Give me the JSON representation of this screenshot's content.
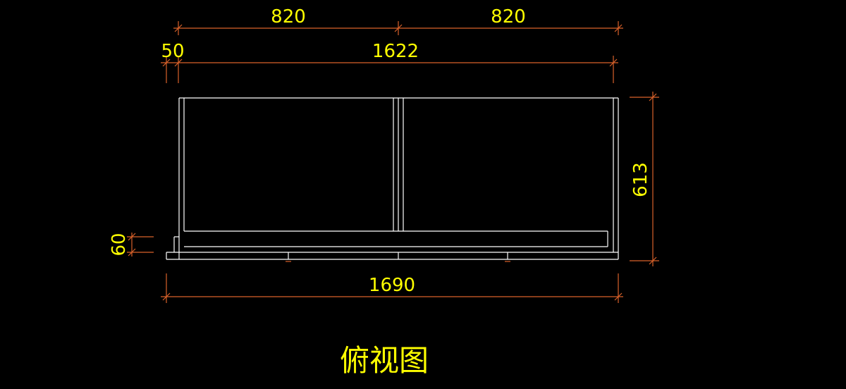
{
  "colors": {
    "background": "#000000",
    "dimension_line": "#d9622a",
    "dimension_text": "#ffff00",
    "outline": "#ffffff",
    "title": "#ffff00"
  },
  "dimensions": {
    "top_left_width": "820",
    "top_right_width": "820",
    "left_offset": "50",
    "inner_width": "1622",
    "height": "613",
    "base_height": "60",
    "overall_width": "1690"
  },
  "title": "俯视图"
}
